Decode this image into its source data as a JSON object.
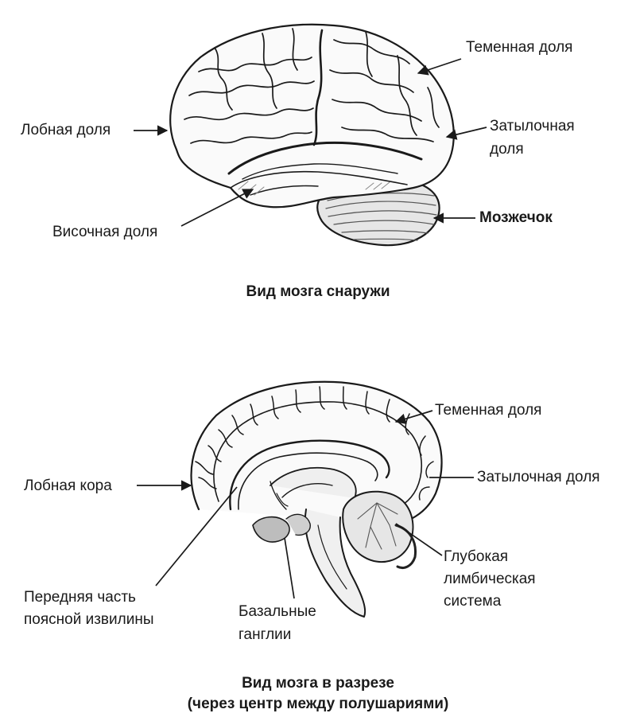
{
  "colors": {
    "ink": "#1a1a1a",
    "shade": "#8a8a8a",
    "background": "#ffffff"
  },
  "exterior": {
    "labels": {
      "parietal": "Теменная доля",
      "frontal": "Лобная доля",
      "occipital_line1": "Затылочная",
      "occipital_line2": "доля",
      "temporal": "Височная доля",
      "cerebellum": "Мозжечок"
    },
    "caption": "Вид мозга снаружи"
  },
  "section": {
    "labels": {
      "parietal": "Теменная доля",
      "frontal_cortex": "Лобная кора",
      "occipital": "Затылочная доля",
      "cingulate_line1": "Передняя часть",
      "cingulate_line2": "поясной извилины",
      "basal_line1": "Базальные",
      "basal_line2": "ганглии",
      "limbic_line1": "Глубокая",
      "limbic_line2": "лимбическая",
      "limbic_line3": "система"
    },
    "caption_line1": "Вид мозга в разрезе",
    "caption_line2": "(через центр между полушариями)"
  }
}
